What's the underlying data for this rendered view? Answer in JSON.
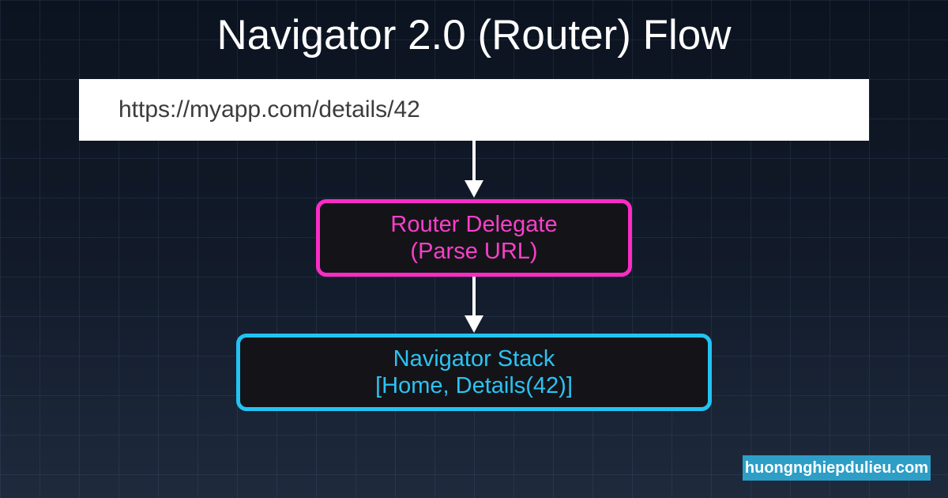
{
  "title": "Navigator 2.0 (Router) Flow",
  "flow": {
    "url_bar": {
      "text": "https://myapp.com/details/42"
    },
    "router_delegate": {
      "line1": "Router Delegate",
      "line2": "(Parse URL)"
    },
    "navigator_stack": {
      "line1": "Navigator Stack",
      "line2": "[Home, Details(42)]"
    }
  },
  "watermark": {
    "text": "huongnghiepdulieu.com"
  },
  "colors": {
    "background_top": "#0c1320",
    "background_bottom": "#1e2a3d",
    "grid_line": "#24334c",
    "title_text": "#ffffff",
    "url_box_background": "#ffffff",
    "url_text": "#3c3c3c",
    "router_delegate_accent": "#fb2cc5",
    "navigator_stack_accent": "#22c3f2",
    "box_fill": "#141418",
    "arrow": "#ffffff",
    "watermark_background": "#2d9ec6",
    "watermark_text": "#ffffff"
  }
}
